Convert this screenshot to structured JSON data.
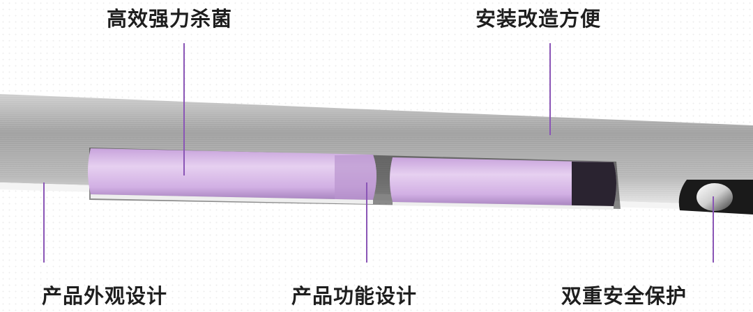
{
  "colors": {
    "accent": "#8a55b6",
    "text": "#1e1e1e",
    "tube": "#d7b8e6",
    "housing": "#a9a9a9"
  },
  "labels": {
    "top_left": "高效强力杀菌",
    "top_right": "安装改造方便",
    "bottom_left": "产品外观设计",
    "bottom_center": "产品功能设计",
    "bottom_right": "双重安全保护"
  },
  "icons": {
    "safety_lens": "lens-icon"
  }
}
